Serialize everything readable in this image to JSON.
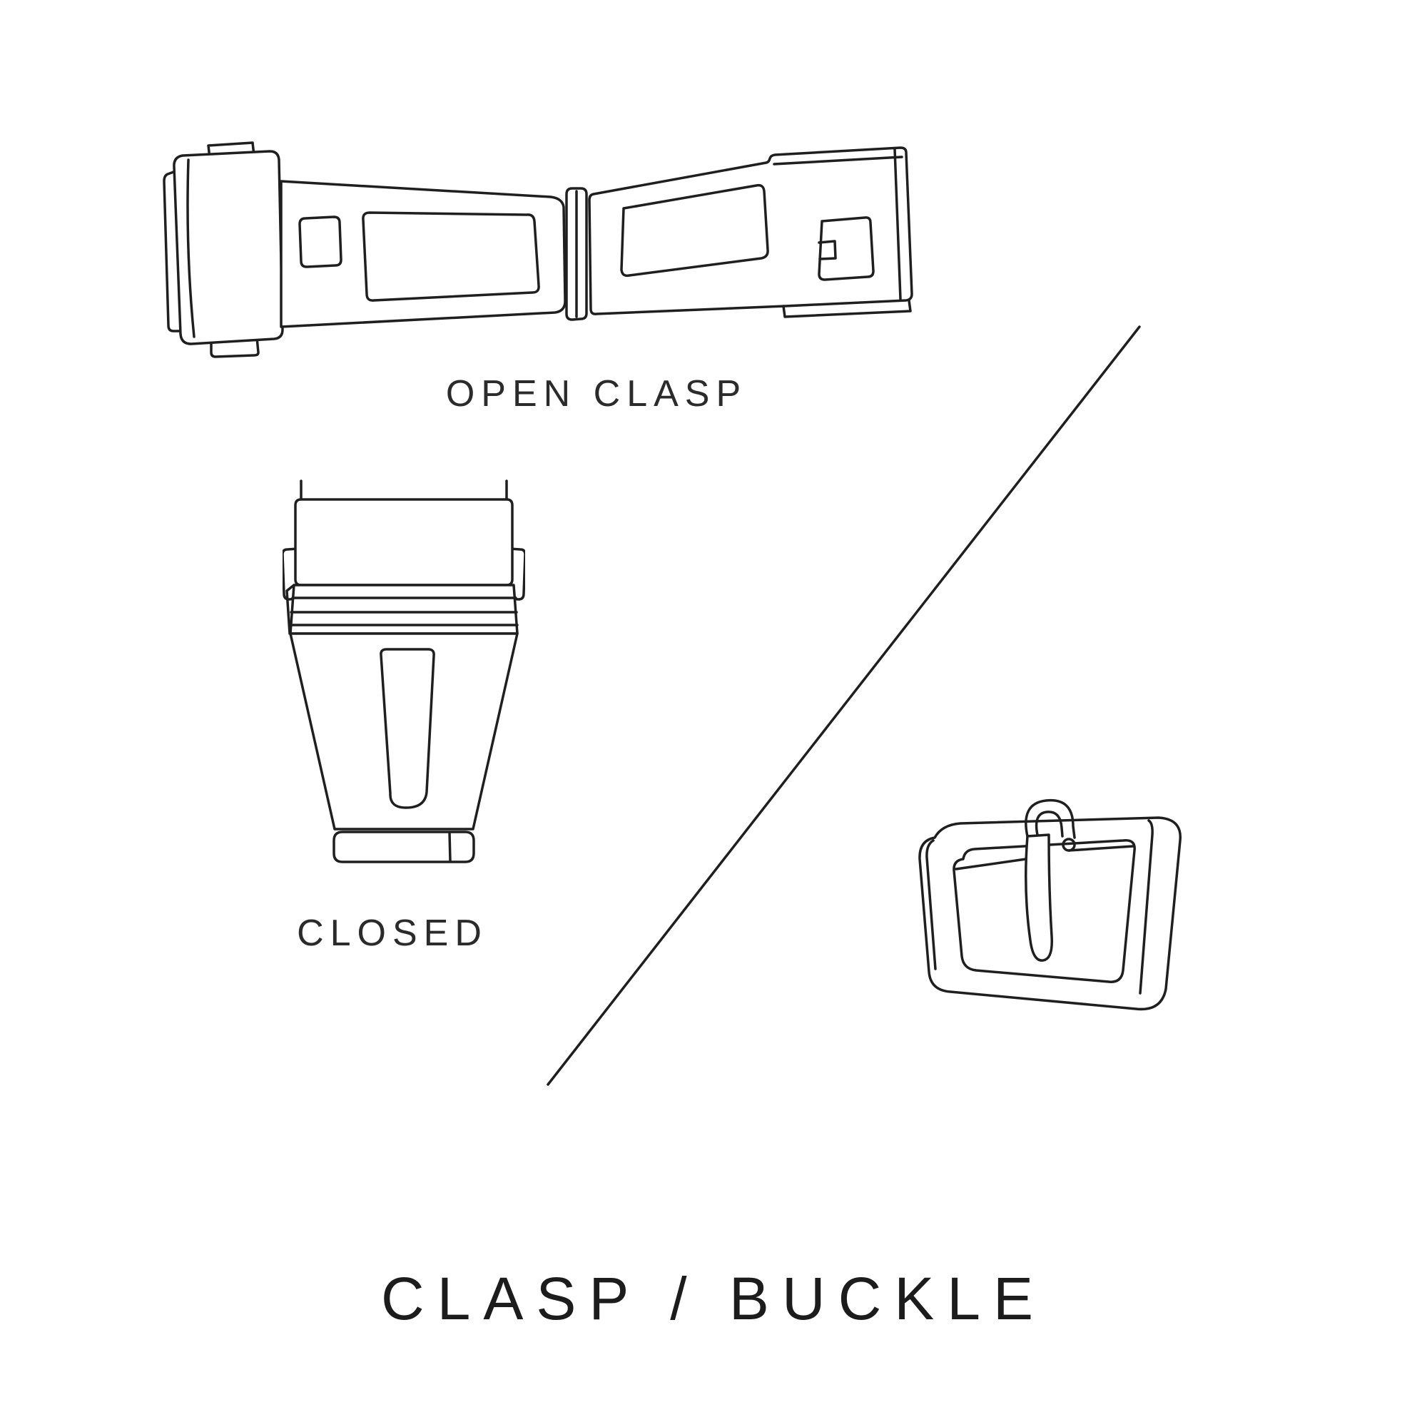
{
  "title": {
    "text": "CLASP / BUCKLE"
  },
  "labels": {
    "open_clasp": "OPEN CLASP",
    "closed": "CLOSED"
  },
  "illustrations": [
    {
      "name": "open-clasp-illustration",
      "meaning": "deployant watch clasp shown open, line drawing"
    },
    {
      "name": "closed-clasp-illustration",
      "meaning": "watch clasp shown closed, line drawing"
    },
    {
      "name": "buckle-illustration",
      "meaning": "tang buckle, line drawing"
    },
    {
      "name": "divider-line",
      "meaning": "diagonal divider between clasp and buckle sections"
    }
  ],
  "colors": {
    "ink": "#1f1f1f",
    "background": "#ffffff"
  }
}
